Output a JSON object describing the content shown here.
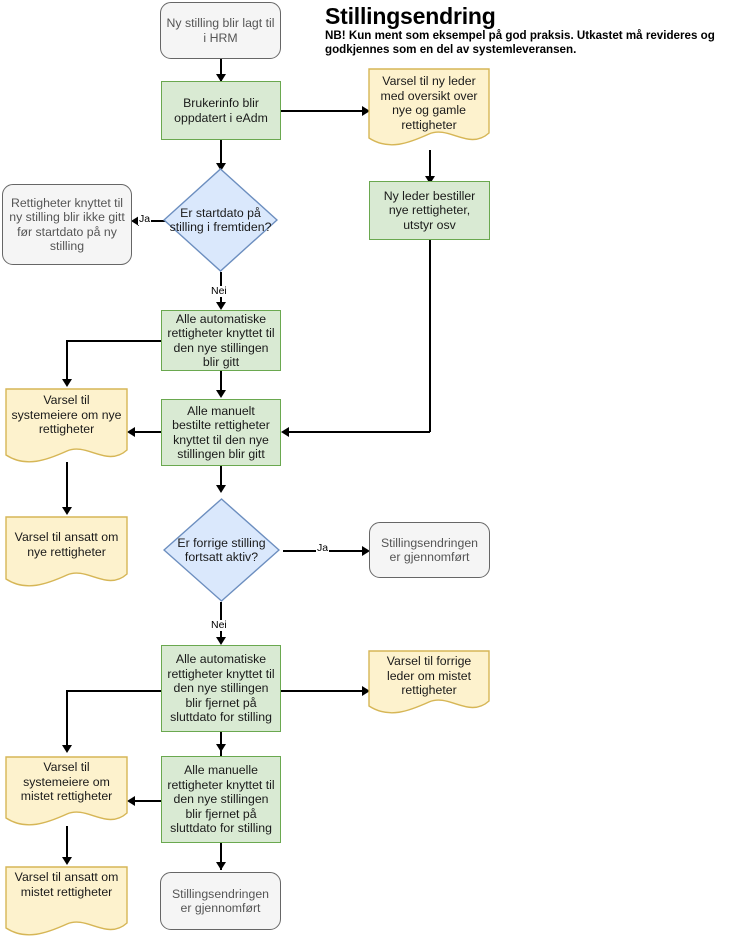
{
  "title": {
    "heading": "Stillingsendring",
    "subtitle": "NB! Kun ment som eksempel på god praksis. Utkastet må revideres og godkjennes som en del av systemleveransen."
  },
  "colors": {
    "process_fill": "#d9ead3",
    "process_border": "#6aa84f",
    "decision_fill": "#dae8fc",
    "decision_border": "#6c8ebf",
    "document_fill": "#fdf2cd",
    "document_border": "#d6b656",
    "terminator_fill": "#f5f5f5",
    "terminator_border": "#666666",
    "connector": "#000000"
  },
  "nodes": {
    "start_hrm": "Ny stilling blir lagt til i HRM",
    "brukerinfo": "Brukerinfo blir oppdatert i eAdm",
    "varsel_ny_leder": "Varsel til ny leder med oversikt over nye og gamle rettigheter",
    "ny_leder_bestiller": "Ny leder bestiller nye rettigheter, utstyr osv",
    "decision_startdato": "Er startdato på stilling i fremtiden?",
    "rettigheter_ikke_gitt": "Rettigheter knyttet til ny stilling blir ikke gitt før startdato på ny stilling",
    "auto_rettigheter_gitt": "Alle automatiske rettigheter knyttet til den nye stillingen blir gitt",
    "manuelt_bestilte_gitt": "Alle manuelt bestilte rettigheter knyttet til den nye stillingen blir gitt",
    "varsel_systemeiere_nye": "Varsel til systemeiere om nye rettigheter",
    "varsel_ansatt_nye": "Varsel til ansatt om nye rettigheter",
    "decision_forrige_stilling": "Er forrige stilling fortsatt aktiv?",
    "endring_gjennomfort_1": "Stillingsendringen er gjennomført",
    "auto_rettigheter_fjernet": "Alle automatiske rettigheter knyttet til den nye stillingen blir fjernet på sluttdato for stilling",
    "varsel_forrige_leder": "Varsel til forrige leder om mistet rettigheter",
    "manuelle_rettigheter_fjernet": "Alle manuelle rettigheter knyttet til den nye stillingen blir fjernet på sluttdato for stilling",
    "varsel_systemeiere_mistet": "Varsel til systemeiere om mistet rettigheter",
    "varsel_ansatt_mistet": "Varsel til ansatt om mistet rettigheter",
    "endring_gjennomfort_2": "Stillingsendringen er gjennomført"
  },
  "edge_labels": {
    "startdato_ja": "Ja",
    "startdato_nei": "Nei",
    "forrige_ja": "Ja",
    "forrige_nei": "Nei"
  }
}
